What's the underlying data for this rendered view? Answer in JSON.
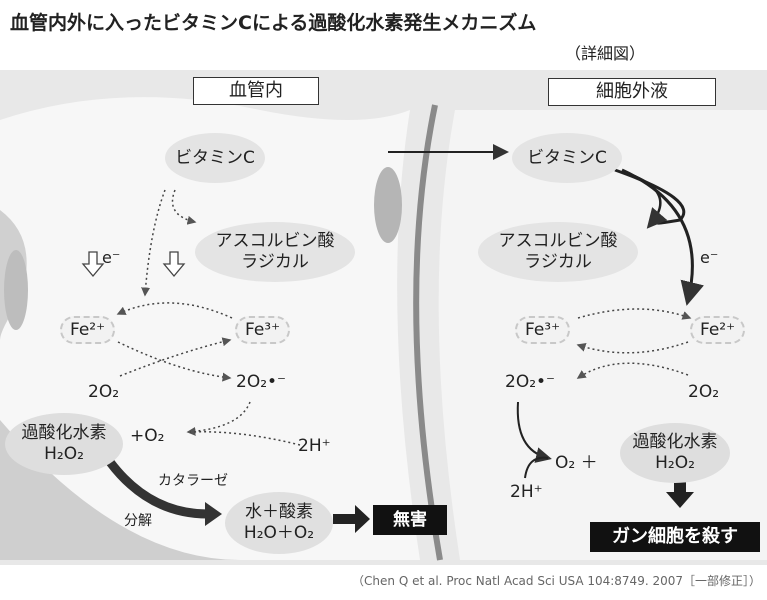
{
  "title": "血管内外に入ったビタミンCによる過酸化水素発生メカニズム",
  "subtitle": "（詳細図）",
  "left": {
    "label": "血管内",
    "vitamin_c": "ビタミンC",
    "radical_1": "アスコルビン酸",
    "radical_2": "ラジカル",
    "electron": "e⁻",
    "fe2": "Fe²⁺",
    "fe3": "Fe³⁺",
    "o2": "2O₂",
    "superoxide": "2O₂•⁻",
    "h2o2_name": "過酸化水素",
    "h2o2_formula": "H₂O₂",
    "plus_o2": "+O₂",
    "h_plus": "2H⁺",
    "catalase": "カタラーゼ",
    "decompose": "分解",
    "water_oxygen": "水＋酸素",
    "water_formula": "H₂O＋O₂",
    "result": "無害"
  },
  "right": {
    "label": "細胞外液",
    "vitamin_c": "ビタミンC",
    "radical_1": "アスコルビン酸",
    "radical_2": "ラジカル",
    "electron": "e⁻",
    "fe3": "Fe³⁺",
    "fe2": "Fe²⁺",
    "superoxide": "2O₂•⁻",
    "o2": "2O₂",
    "o2_plus": "O₂ ＋",
    "h2o2_name": "過酸化水素",
    "h2o2_formula": "H₂O₂",
    "h_plus": "2H⁺",
    "result": "ガン細胞を殺す"
  },
  "citation": "（Chen Q et al. Proc Natl Acad Sci USA 104:8749. 2007［一部修正］）"
}
